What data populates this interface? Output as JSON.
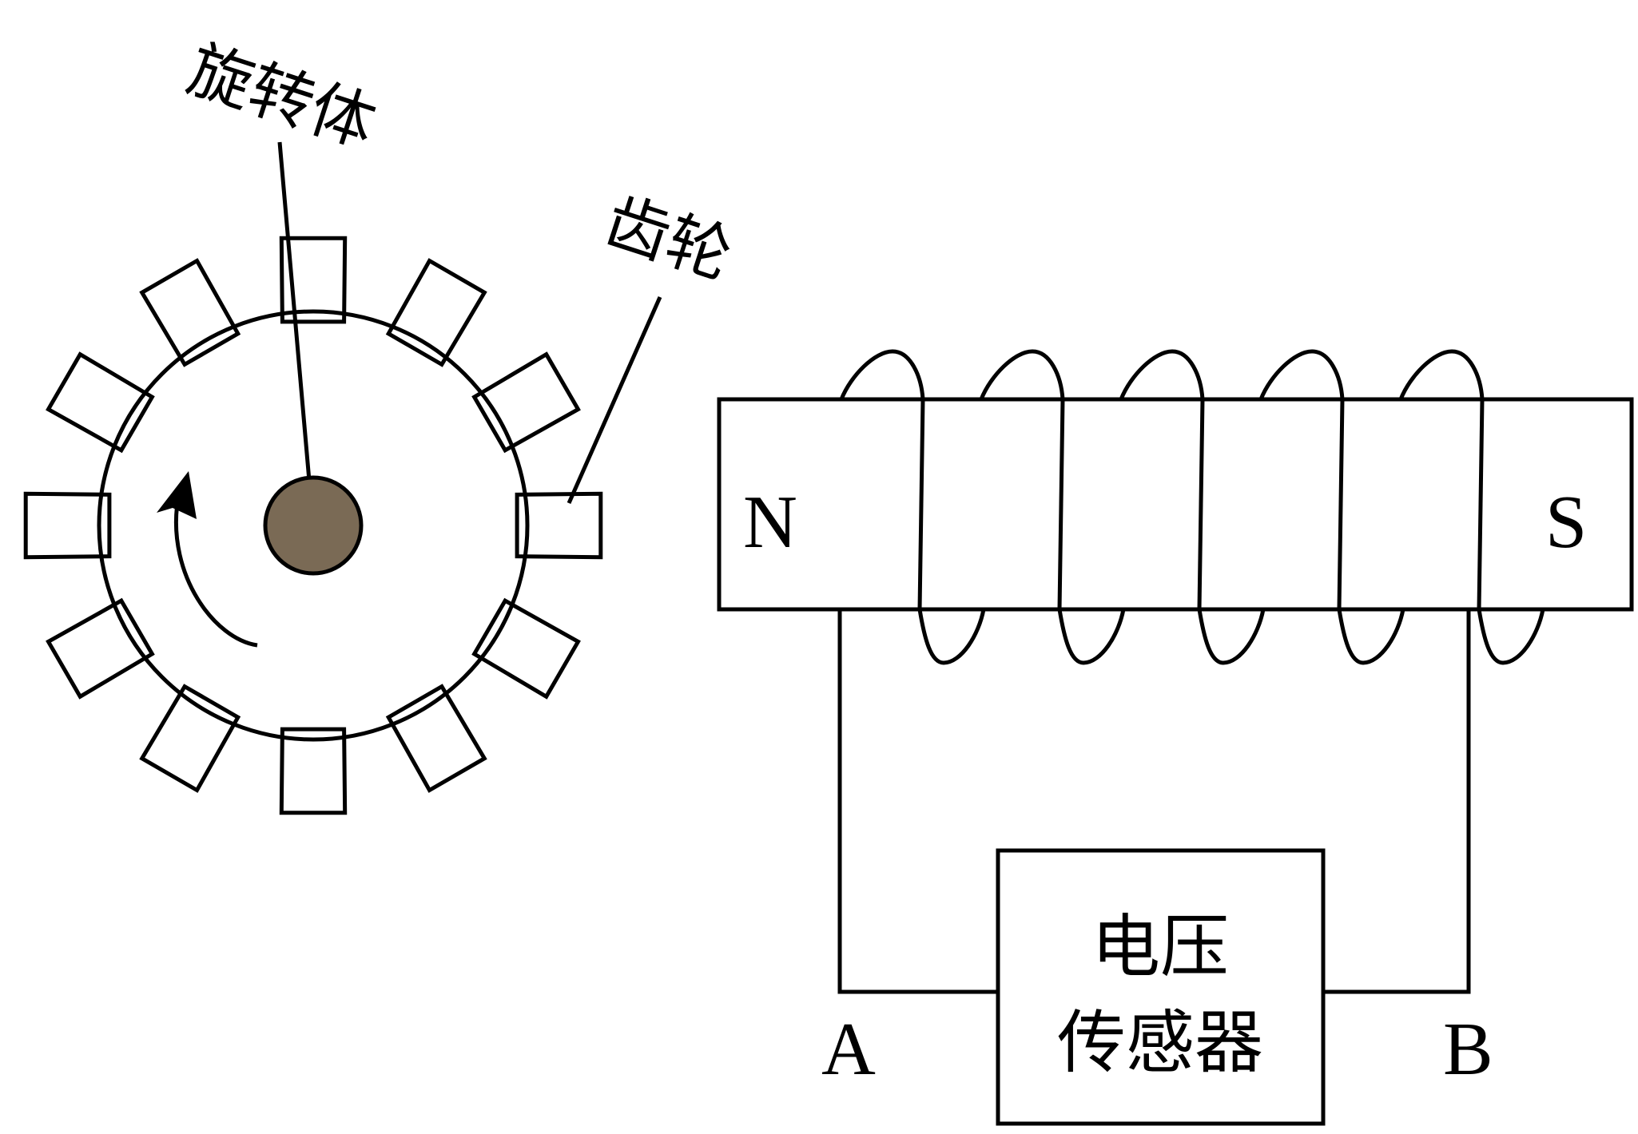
{
  "labels": {
    "rotating_body": "旋转体",
    "gear": "齿轮",
    "magnet_north": "N",
    "magnet_south": "S",
    "sensor_line1": "电压",
    "sensor_line2": "传感器",
    "terminal_a": "A",
    "terminal_b": "B"
  },
  "colors": {
    "line": "#000000",
    "hub_fill": "#7a6a55",
    "background": "#ffffff"
  },
  "gear": {
    "teeth_count": 12
  },
  "coil": {
    "turns": 5
  }
}
